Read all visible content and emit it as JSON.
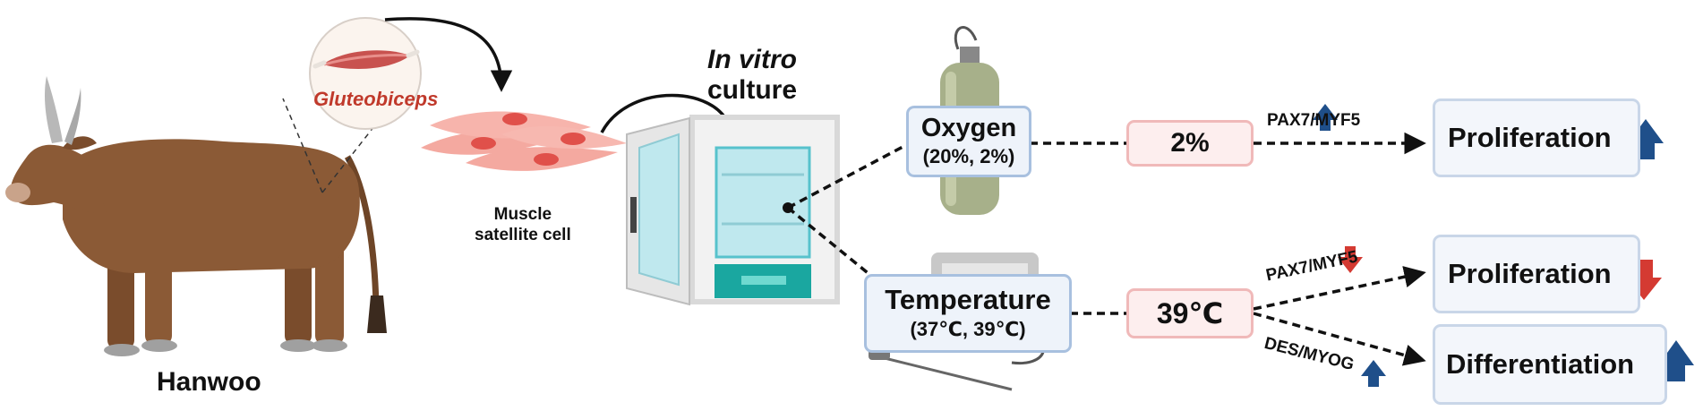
{
  "animal": {
    "label": "Hanwoo"
  },
  "muscle": {
    "label": "Gluteobiceps"
  },
  "cells": {
    "label_line1": "Muscle",
    "label_line2": "satellite cell"
  },
  "culture": {
    "label_line1": "In vitro",
    "label_line2": "culture"
  },
  "conditions": {
    "oxygen": {
      "title": "Oxygen",
      "values": "(20%, 2%)"
    },
    "temperature": {
      "title": "Temperature",
      "values": "(37℃, 39℃)"
    }
  },
  "results": {
    "oxygen_level": "2%",
    "temperature_level": "39℃"
  },
  "markers": {
    "oxygen_marker": "PAX7/MYF5",
    "temp_marker_top": "PAX7/MYF5",
    "temp_marker_bottom": "DES/MYOG"
  },
  "outcomes": [
    {
      "label": "Proliferation",
      "direction": "up"
    },
    {
      "label": "Proliferation",
      "direction": "down"
    },
    {
      "label": "Differentiation",
      "direction": "up"
    }
  ],
  "colors": {
    "up_arrow": "#1f4f8a",
    "down_arrow": "#d43a32",
    "cow": "#8b5a36"
  }
}
